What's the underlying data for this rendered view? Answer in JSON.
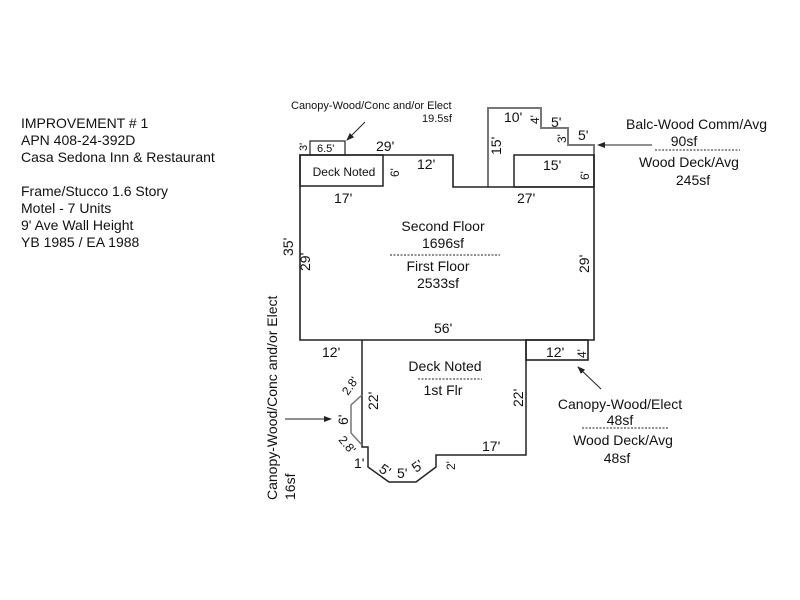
{
  "info": {
    "lines1": [
      "IMPROVEMENT # 1",
      "APN 408-24-392D",
      "Casa Sedona Inn & Restaurant"
    ],
    "lines2": [
      "Frame/Stucco 1.6 Story",
      "Motel - 7 Units",
      "9' Ave Wall Height",
      "YB 1985 / EA 1988"
    ]
  },
  "main": {
    "area_top_label": "Second Floor",
    "area_top_value": "1696sf",
    "area_bottom_label": "First Floor",
    "area_bottom_value": "2533sf",
    "dims": {
      "top_left": "29'",
      "top_mid": "12'",
      "left_inner": "6'",
      "deck_bottom": "17'",
      "step_bottom": "27'",
      "left_outer": "35'",
      "left_inner_29": "29'",
      "right": "29'",
      "bottom": "56'"
    }
  },
  "top_left_deck": {
    "label": "Deck Noted"
  },
  "small_canopy": {
    "width": "6.5'",
    "height": "3'",
    "callout": "Canopy-Wood/Conc and/or Elect",
    "area": "19.5sf"
  },
  "balcony": {
    "dims": {
      "top": "10'",
      "left": "15'",
      "step1": "4'",
      "step2": "5'",
      "step3": "3'",
      "step4": "5'",
      "inner_w": "15'",
      "inner_h": "6'"
    },
    "callout_top": "Balc-Wood Comm/Avg",
    "callout_top_area": "90sf",
    "callout_bottom": "Wood Deck/Avg",
    "callout_bottom_area": "245sf"
  },
  "lower_deck": {
    "label": "Deck Noted",
    "sub": "1st Flr",
    "dims": {
      "top_left": "12'",
      "left": "22'",
      "right": "22'",
      "bottom": "17'",
      "step": "2'",
      "c1": "5'",
      "c2": "5'",
      "c3": "5'",
      "small": "1'"
    }
  },
  "left_canopy": {
    "callout": "Canopy-Wood/Conc and/or Elect",
    "area": "16sf",
    "d1": "2.8'",
    "d2": "6'",
    "d3": "2.8'"
  },
  "right_canopy": {
    "w": "12'",
    "h": "4'",
    "callout_top": "Canopy-Wood/Elect",
    "callout_top_area": "48sf",
    "callout_bottom": "Wood Deck/Avg",
    "callout_bottom_area": "48sf"
  }
}
